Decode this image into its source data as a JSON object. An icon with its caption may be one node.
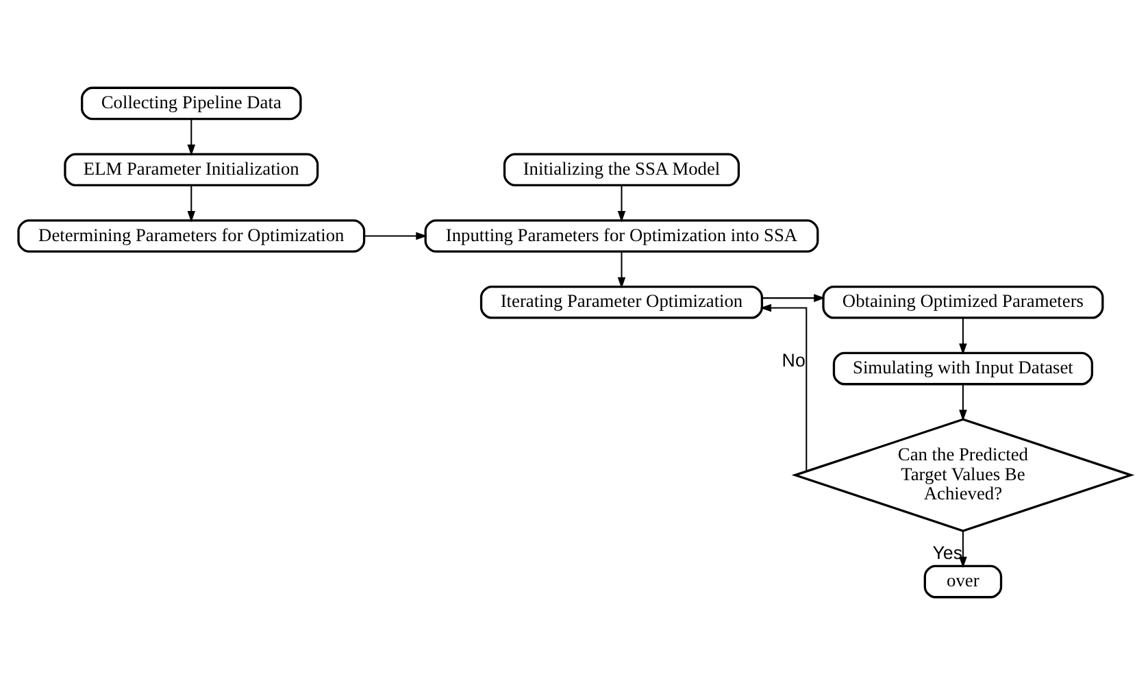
{
  "diagram": {
    "nodes": [
      {
        "text": [
          "Collecting Pipeline Data"
        ]
      },
      {
        "text": [
          "ELM Parameter Initialization"
        ]
      },
      {
        "text": [
          "Determining Parameters for Optimization"
        ]
      },
      {
        "text": [
          "Initializing the SSA Model"
        ]
      },
      {
        "text": [
          "Inputting Parameters for Optimization into SSA"
        ]
      },
      {
        "text": [
          "Obtaining Optimized Parameters"
        ]
      },
      {
        "text": [
          "Iterating Parameter Optimization"
        ]
      },
      {
        "text": [
          "Simulating with Input Dataset"
        ]
      },
      {
        "text": [
          "Can the Predicted Target Values Be Achieved?"
        ]
      },
      {
        "text": [
          "over"
        ]
      }
    ],
    "edges": [
      {
        "from": 0,
        "to": 1,
        "arrow": "to"
      },
      {
        "from": 1,
        "to": 2,
        "arrow": "to"
      },
      {
        "from": 2,
        "to": 4,
        "arrow": "to"
      },
      {
        "from": 3,
        "to": 4,
        "arrow": "to"
      },
      {
        "from": 4,
        "to": 6,
        "arrow": "to"
      },
      {
        "from": 6,
        "to": 5,
        "arrow": "to"
      },
      {
        "from": 5,
        "to": 7,
        "arrow": "to"
      },
      {
        "from": 7,
        "to": 8,
        "arrow": "to"
      },
      {
        "from": 8,
        "to": 6,
        "arrow": "to",
        "label": "No"
      },
      {
        "from": 8,
        "to": 9,
        "arrow": "to",
        "label": "Yes"
      }
    ]
  }
}
